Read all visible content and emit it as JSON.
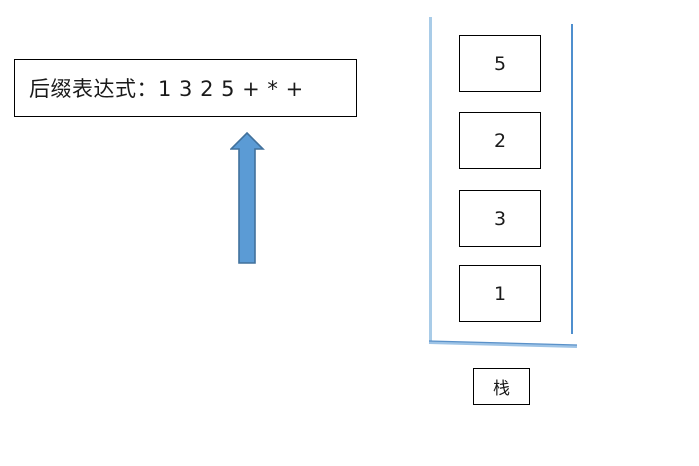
{
  "diagram": {
    "title_text": "后缀表达式：1 3 2 5 + * +",
    "expression_label": "后缀表达式：",
    "expression_tokens": "1 3 2 5 + * +",
    "arrow": {
      "icon": "arrow-up-icon",
      "direction": "up",
      "fill_color": "#5b9bd5",
      "stroke_color": "#41719c"
    },
    "stack": {
      "label": "栈",
      "container_color_left": "#a9cce8",
      "container_color_right": "#4f8fce",
      "items": [
        {
          "value": "5"
        },
        {
          "value": "2"
        },
        {
          "value": "3"
        },
        {
          "value": "1"
        }
      ]
    }
  }
}
